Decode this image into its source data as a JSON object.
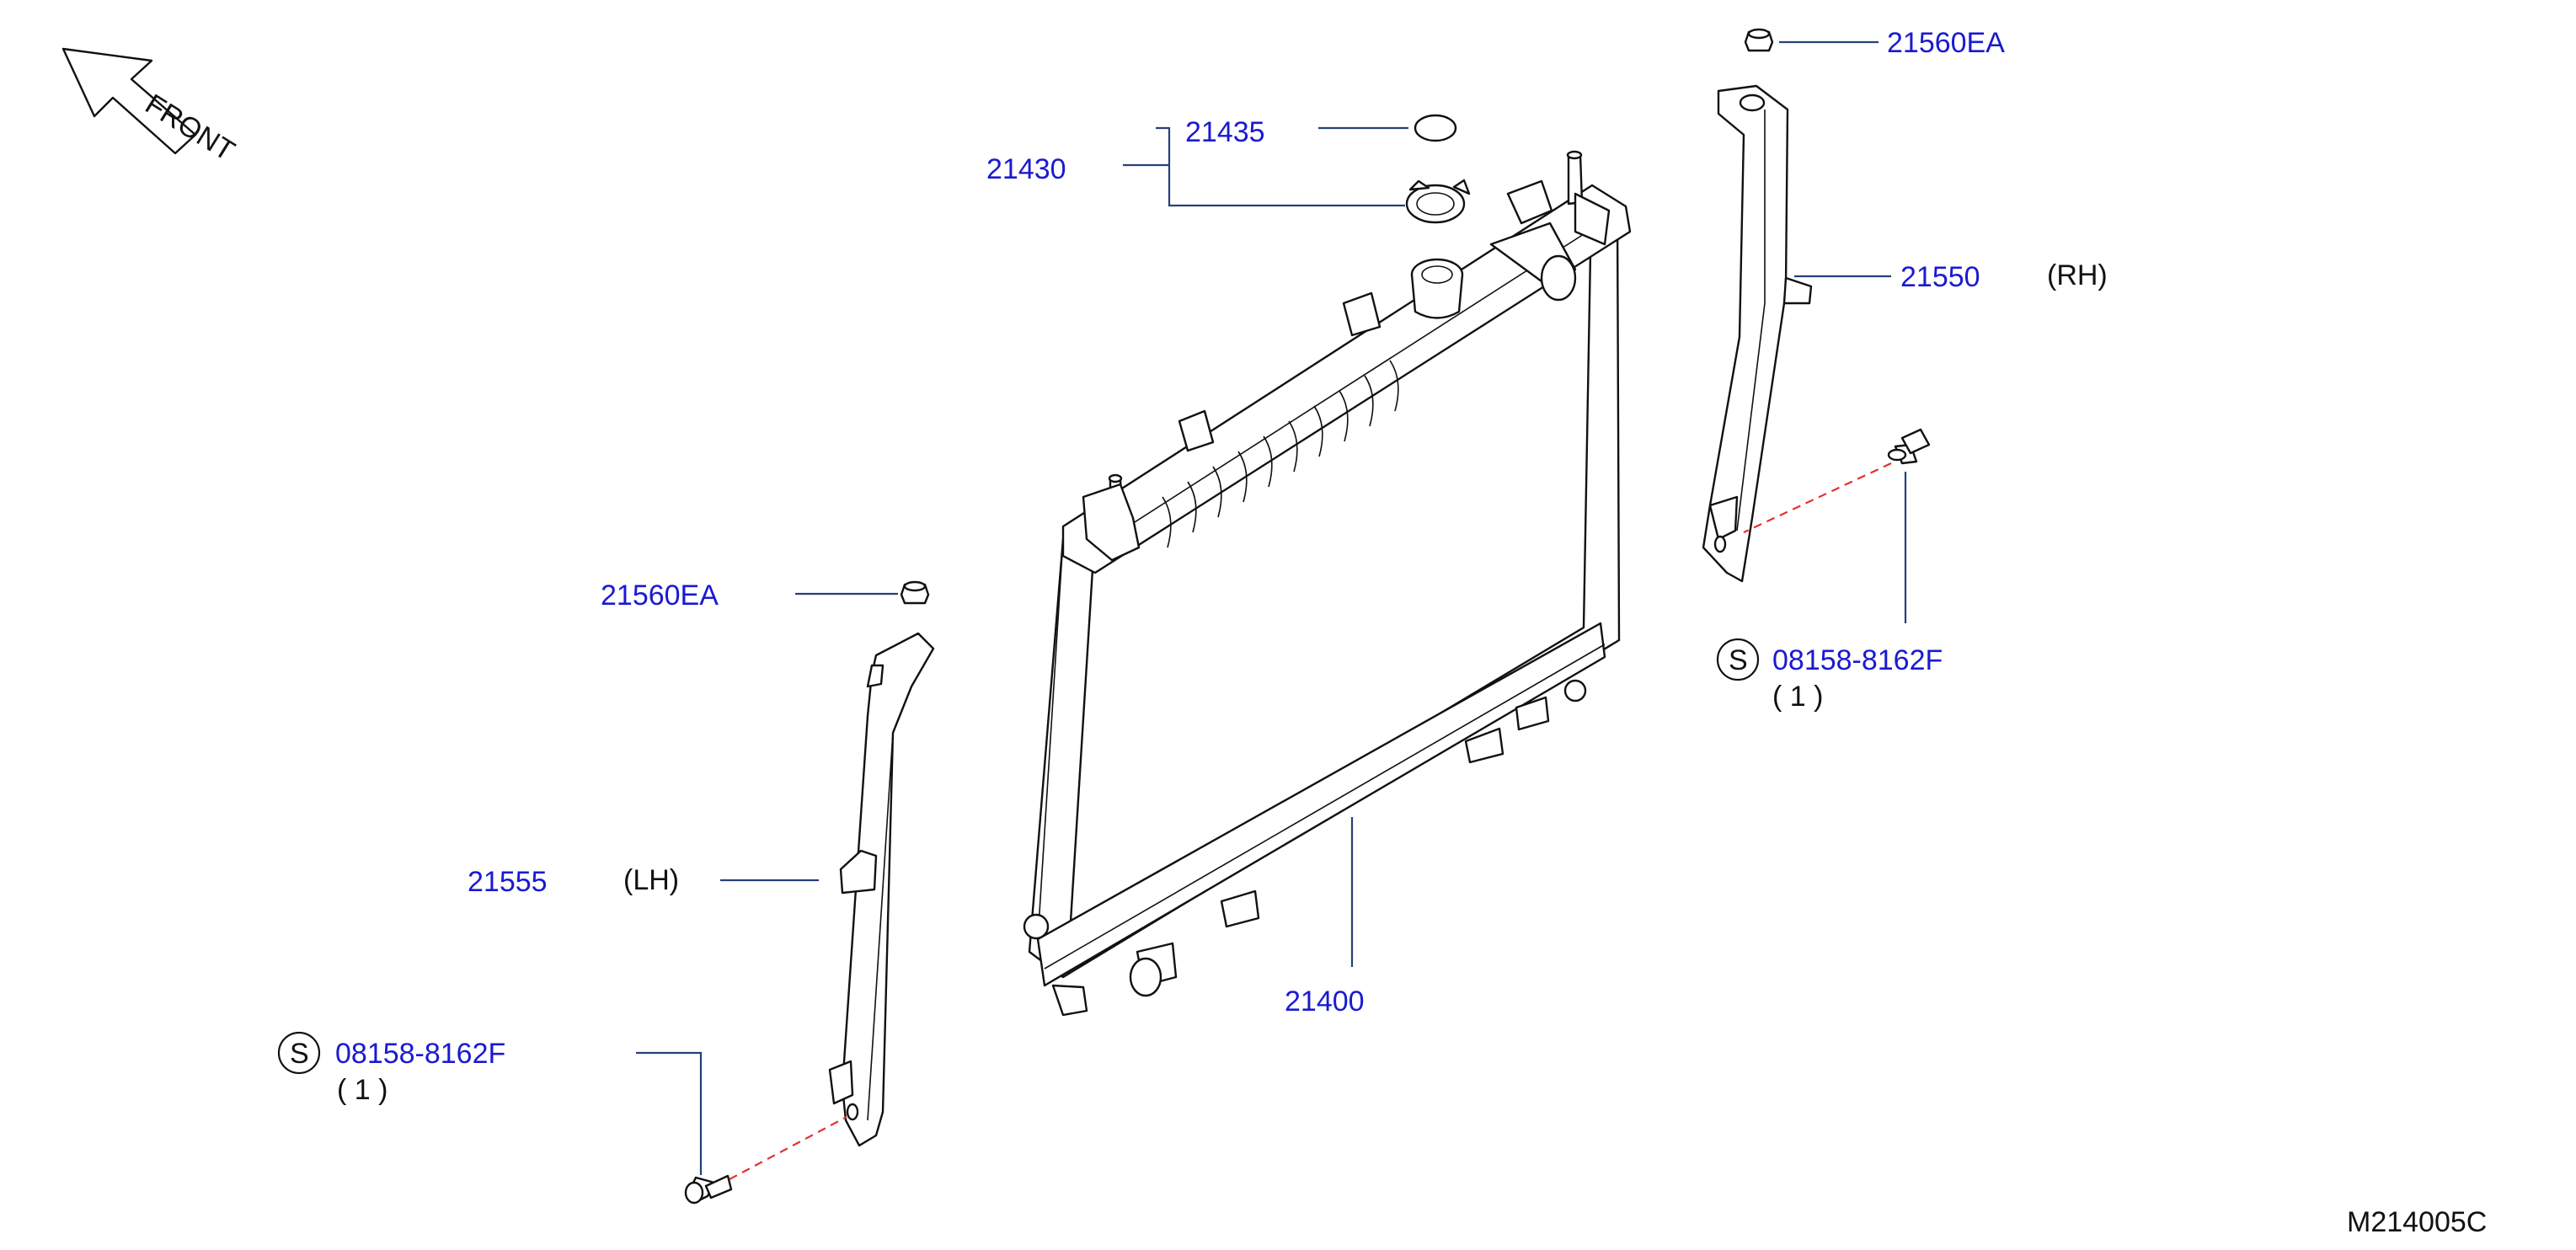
{
  "front_indicator": {
    "text": "FRONT"
  },
  "callouts": {
    "radiator": "21400",
    "cap_assembly": "21430",
    "cap_seal": "21435",
    "nut_top_rh": "21560EA",
    "nut_top_lh": "21560EA",
    "mount_rh": "21550",
    "mount_rh_side": "(RH)",
    "mount_lh": "21555",
    "mount_lh_side": "(LH)",
    "bolt_rh": "08158-8162F",
    "bolt_rh_qty": "( 1 )",
    "bolt_lh": "08158-8162F",
    "bolt_lh_qty": "( 1 )",
    "standard_mark": "S"
  },
  "diagram_code": "M214005C",
  "colors": {
    "part_number": "#1a1ad2",
    "leader_line": "#26407a",
    "alignment_dash": "#e23030",
    "outline": "#111111"
  }
}
